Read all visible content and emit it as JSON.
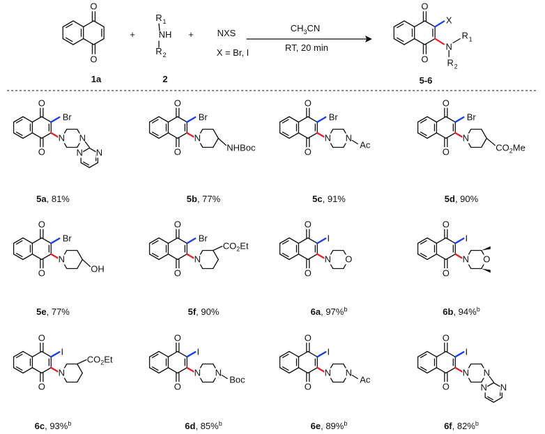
{
  "scheme": {
    "reagents": {
      "r1a_label": "1a",
      "r2_label": "2",
      "r2_sub1": "R",
      "r2_sub1_idx": "1",
      "r2_nh": "NH",
      "r2_sub2": "R",
      "r2_sub2_idx": "2",
      "plus": "+",
      "nxs": "NXS",
      "x_def": "X = Br, I",
      "arrow_top": "CH",
      "arrow_top_sub": "3",
      "arrow_top_rest": "CN",
      "arrow_bottom": "RT,  20 min",
      "product_label": "5-6",
      "prod_x": "X",
      "prod_n": "N",
      "prod_r1": "R",
      "prod_r1_idx": "1",
      "prod_r2": "R",
      "prod_r2_idx": "2"
    },
    "products": [
      {
        "id": "5a",
        "yield": ", 81%",
        "halogen": "Br",
        "sup": "",
        "amine": "pyrimidinylpiperazine"
      },
      {
        "id": "5b",
        "yield": ", 77%",
        "halogen": "Br",
        "sup": "",
        "amine": "piperidine",
        "sub_text": "NHBoc"
      },
      {
        "id": "5c",
        "yield": ", 91%",
        "halogen": "Br",
        "sup": "",
        "amine": "piperazine",
        "sub_text": "Ac"
      },
      {
        "id": "5d",
        "yield": ", 90%",
        "halogen": "Br",
        "sup": "",
        "amine": "piperidine",
        "sub_text": "CO2Me"
      },
      {
        "id": "5e",
        "yield": ", 77%",
        "halogen": "Br",
        "sup": "",
        "amine": "piperidine",
        "sub_text": "OH"
      },
      {
        "id": "5f",
        "yield": ", 90%",
        "halogen": "Br",
        "sup": "",
        "amine": "piperidine-3",
        "sub_text": "CO2Et"
      },
      {
        "id": "6a",
        "yield": ", 97%",
        "halogen": "I",
        "sup": "b",
        "amine": "morpholine"
      },
      {
        "id": "6b",
        "yield": ", 94%",
        "halogen": "I",
        "sup": "b",
        "amine": "dimethylmorpholine"
      },
      {
        "id": "6c",
        "yield": ", 93%",
        "halogen": "I",
        "sup": "b",
        "amine": "piperidine-3",
        "sub_text": "CO2Et"
      },
      {
        "id": "6d",
        "yield": ", 85%",
        "halogen": "I",
        "sup": "b",
        "amine": "piperazine",
        "sub_text": "Boc"
      },
      {
        "id": "6e",
        "yield": ", 89%",
        "halogen": "I",
        "sup": "b",
        "amine": "piperazine",
        "sub_text": "Ac"
      },
      {
        "id": "6f",
        "yield": ", 82%",
        "halogen": "I",
        "sup": "b",
        "amine": "pyrimidinylpiperazine"
      }
    ],
    "atoms": {
      "O": "O",
      "N": "N",
      "NHBoc": "NHBoc",
      "Ac": "Ac",
      "Boc": "Boc",
      "CO": "CO",
      "Me": "Me",
      "Et": "Et",
      "OH": "OH",
      "two": "2"
    },
    "colors": {
      "red_bond": "#e0202a",
      "blue_bond": "#1a3fe0",
      "ink": "#111111"
    }
  }
}
